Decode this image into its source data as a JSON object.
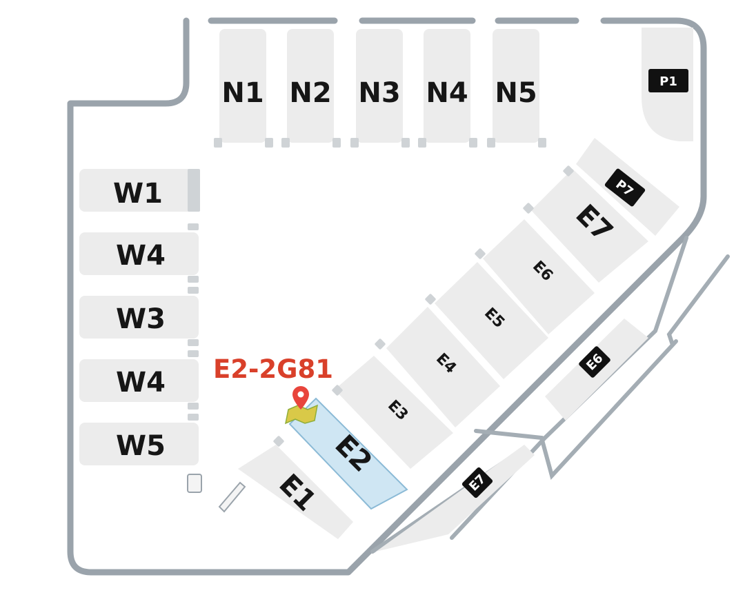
{
  "map": {
    "highlighted_booth": "E2-2G81",
    "marker_icon": "map-pin-icon",
    "colors": {
      "hall_fill": "#ececec",
      "outline": "#9aa3ab",
      "highlight_fill": "#cfe6f3",
      "booth_label": "#d9402a",
      "badge": "#111111"
    },
    "north_halls": [
      "N1",
      "N2",
      "N3",
      "N4",
      "N5"
    ],
    "west_halls": [
      "W1",
      "W4",
      "W3",
      "W4",
      "W5"
    ],
    "east_halls": [
      "E1",
      "E2",
      "E3",
      "E4",
      "E5",
      "E6",
      "E7"
    ],
    "parking_badges": [
      "P1",
      "P7"
    ],
    "outer_badges": [
      "E6",
      "E7"
    ]
  }
}
